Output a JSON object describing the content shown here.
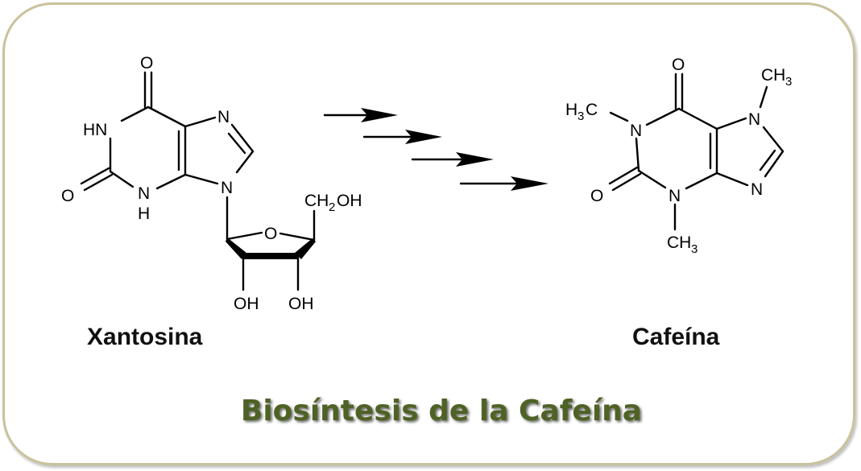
{
  "title": "Biosíntesis de la Cafeína",
  "xantosina": {
    "name": "Xantosina",
    "labels": {
      "o_top": "O",
      "hn": "HN",
      "o_left": "O",
      "n3": "N",
      "h3": "H",
      "n7": "N",
      "n9": "N",
      "o_ring": "O",
      "ch2oh_c": "CH",
      "ch2oh_sub": "2",
      "ch2oh_oh": "OH",
      "oh_left": "OH",
      "oh_right": "OH"
    }
  },
  "cafeina": {
    "name": "Cafeína",
    "labels": {
      "o_top": "O",
      "h3c_h": "H",
      "h3c_sub": "3",
      "h3c_c": "C",
      "n1": "N",
      "o_left": "O",
      "n3": "N",
      "ch3b_c": "CH",
      "ch3b_sub": "3",
      "n7": "N",
      "ch3t_c": "CH",
      "ch3t_sub": "3",
      "n9": "N"
    }
  },
  "arrows_count": 4,
  "colors": {
    "border": "#c9c29c",
    "title": "#4f6228"
  }
}
